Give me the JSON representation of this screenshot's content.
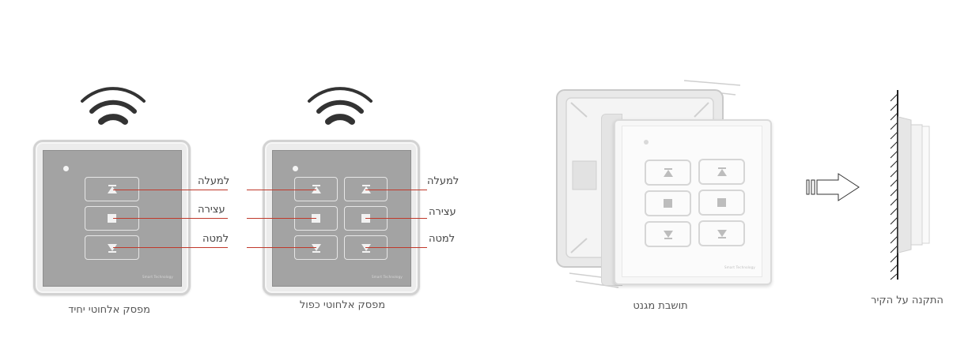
{
  "single_switch": {
    "caption": "מפסק אלחוטי יחיד",
    "labels": {
      "up": "למעלה",
      "stop": "עצירה",
      "down": "למטה"
    },
    "brand": "Smart Technology"
  },
  "double_switch": {
    "caption": "מפסק אלחוטי כפול",
    "labels": {
      "up": "למעלה",
      "stop": "עצירה",
      "down": "למטה"
    },
    "brand": "Smart Technology"
  },
  "magnet_mount": {
    "caption": "תושבת מגנט",
    "brand": "Smart Technology"
  },
  "wall_mount": {
    "caption": "התקנה על הקיר"
  },
  "colors": {
    "pointer_line": "#c0392b",
    "panel_gray": "#a3a3a3",
    "wifi_icon": "#333333"
  }
}
